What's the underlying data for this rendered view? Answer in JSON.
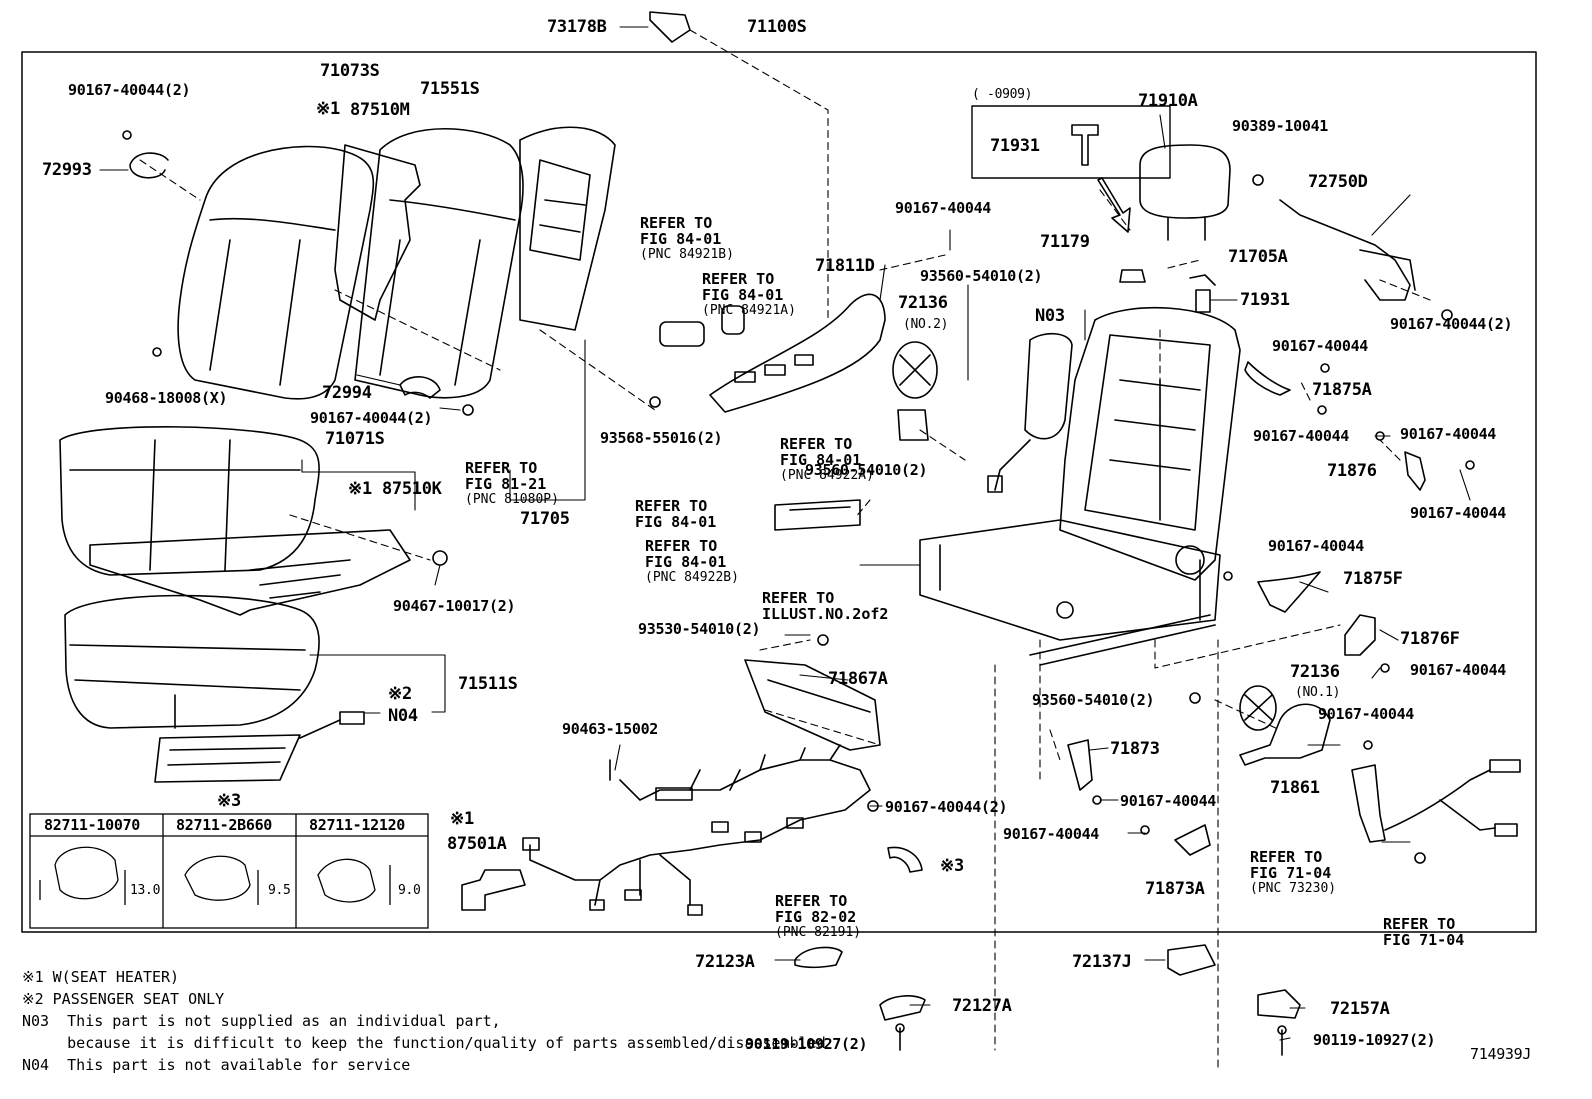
{
  "diagram_id": "714939J",
  "top_labels": {
    "a": "73178B",
    "b": "71100S"
  },
  "labels": {
    "p90167_40044_2_tl": "90167-40044(2)",
    "p72993": "72993",
    "p71073S": "71073S",
    "p87510M": "87510M",
    "p71551S": "71551S",
    "p90468": "90468-18008(X)",
    "p72994": "72994",
    "p90167_40044_2_ml": "90167-40044(2)",
    "p71071S": "71071S",
    "p87510K": "87510K",
    "p90467": "90467-10017(2)",
    "p71511S": "71511S",
    "pN04": "N04",
    "p71705": "71705",
    "p93568": "93568-55016(2)",
    "p71811D": "71811D",
    "p90167_40044_c": "90167-40044",
    "p72136_no2": "72136",
    "p72136_no2_sub": "(NO.2)",
    "p93560_a": "93560-54010(2)",
    "p93560_b": "93560-54010(2)",
    "pN03": "N03",
    "p0909": "(      -0909)",
    "p71931_a": "71931",
    "p71910A": "71910A",
    "p90389": "90389-10041",
    "p72750D": "72750D",
    "p71179": "71179",
    "p71705A": "71705A",
    "p71931_b": "71931",
    "p90167_40044_2_r": "90167-40044(2)",
    "p90167_40044_r1": "90167-40044",
    "p71875A": "71875A",
    "p90167_40044_r2": "90167-40044",
    "p90167_40044_r3": "90167-40044",
    "p71876": "71876",
    "p90167_40044_r4": "90167-40044",
    "p90167_40044_r5": "90167-40044",
    "p71875F": "71875F",
    "p71876F": "71876F",
    "p90167_40044_r6": "90167-40044",
    "p72136_no1": "72136",
    "p72136_no1_sub": "(NO.1)",
    "p93560_c": "93560-54010(2)",
    "p90167_40044_r7": "90167-40044",
    "p71873": "71873",
    "p71861": "71861",
    "p90167_40044_r8": "90167-40044",
    "p90167_40044_r9": "90167-40044",
    "p71873A": "71873A",
    "p93530": "93530-54010(2)",
    "p71867A": "71867A",
    "p90463": "90463-15002",
    "p90167_40044_2_b": "90167-40044(2)",
    "p87501A": "87501A",
    "p72123A": "72123A",
    "p72127A": "72127A",
    "p90119_a": "90119-10927(2)",
    "p72137J": "72137J",
    "p72157A": "72157A",
    "p90119_b": "90119-10927(2)",
    "mark1": "※1",
    "mark1b": "※1",
    "mark1c": "※1",
    "mark2": "※2",
    "mark3a": "※3",
    "mark3b": "※3"
  },
  "refers": [
    {
      "id": "r1",
      "lines": [
        "REFER TO",
        "FIG 84-01"
      ],
      "pnc": "(PNC 84921B)"
    },
    {
      "id": "r2",
      "lines": [
        "REFER TO",
        "FIG 84-01"
      ],
      "pnc": "(PNC 84921A)"
    },
    {
      "id": "r3",
      "lines": [
        "REFER TO",
        "FIG 84-01"
      ],
      "pnc": "(PNC 84922A)"
    },
    {
      "id": "r4",
      "lines": [
        "REFER TO",
        "FIG 84-01"
      ],
      "pnc": ""
    },
    {
      "id": "r5",
      "lines": [
        "REFER TO",
        "FIG 84-01"
      ],
      "pnc": "(PNC 84922B)"
    },
    {
      "id": "r6",
      "lines": [
        "REFER TO",
        "FIG 81-21"
      ],
      "pnc": "(PNC 81080P)"
    },
    {
      "id": "r7",
      "lines": [
        "REFER TO",
        "ILLUST.NO.2of2"
      ],
      "pnc": ""
    },
    {
      "id": "r8",
      "lines": [
        "REFER TO",
        "FIG 82-02"
      ],
      "pnc": "(PNC 82191)"
    },
    {
      "id": "r9",
      "lines": [
        "REFER TO",
        "FIG 71-04"
      ],
      "pnc": "(PNC 73230)"
    },
    {
      "id": "r10",
      "lines": [
        "REFER TO",
        "FIG 71-04"
      ],
      "pnc": ""
    }
  ],
  "clip_table": {
    "parts": [
      "82711-10070",
      "82711-2B660",
      "82711-12120"
    ],
    "dims": [
      "13.0",
      "9.5",
      "9.0"
    ]
  },
  "notes": [
    "※1 W(SEAT HEATER)",
    "※2 PASSENGER SEAT ONLY",
    "N03  This part is not supplied as an individual part,",
    "     because it is difficult to keep the function/quality of parts assembled/disassembled",
    "N04  This part is not available for service"
  ]
}
